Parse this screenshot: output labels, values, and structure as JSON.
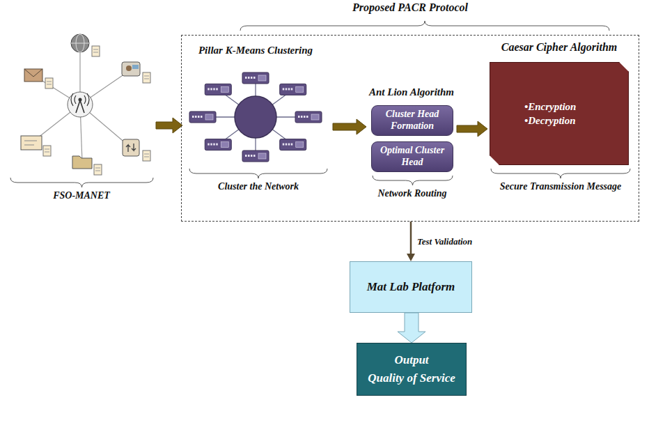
{
  "diagram": {
    "nodes": [
      {
        "text": [
          "Proposed PACR Protocol"
        ]
      },
      {
        "text": [
          "Cluster Head Formation"
        ],
        "in": 0
      },
      {
        "text": [
          "Optimal Cluster Head"
        ],
        "in": 0
      },
      {
        "text": [
          "Caesar Cipher Algorithm",
          "•Encryption",
          "•Decryption"
        ],
        "in": 0
      },
      {
        "text": [
          "Mat Lab Platform"
        ]
      },
      {
        "text": [
          "Output",
          "Quality of Service"
        ]
      }
    ],
    "edges": [
      {
        "from": 0,
        "to": 4,
        "arrow": "to",
        "label": "Test Validation"
      },
      {
        "from": 4,
        "to": 5,
        "arrow": "to"
      }
    ],
    "labels": [
      "FSO-MANET",
      "Pillar K-Means Clustering",
      "Cluster the Network",
      "Ant Lion Algorithm",
      "Network Routing",
      "Secure Transmission Message"
    ]
  }
}
